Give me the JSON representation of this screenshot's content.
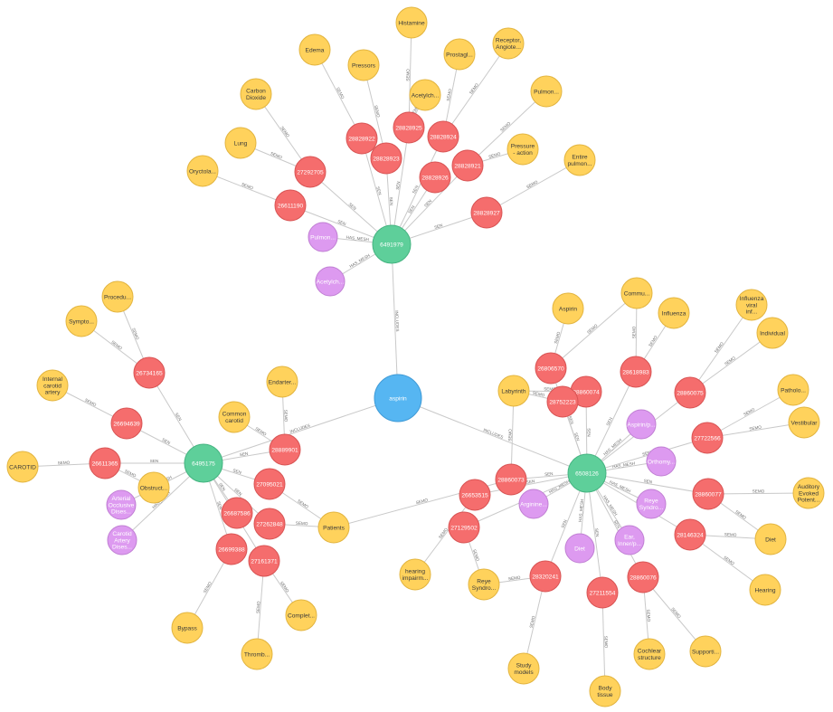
{
  "graph": {
    "colors": {
      "Term": "#ffd25c",
      "Sentence": "#f56d6d",
      "Article": "#5ecf9a",
      "Mesh": "#dd9af0",
      "Drug": "#56b6f2",
      "edge": "#c9c9c9"
    },
    "nodes": [
      {
        "id": "aspirin",
        "label": "aspirin",
        "type": "Drug"
      },
      {
        "id": "a1",
        "label": "6491979",
        "type": "Article"
      },
      {
        "id": "a2",
        "label": "6495175",
        "type": "Article"
      },
      {
        "id": "a3",
        "label": "6508126",
        "type": "Article"
      },
      {
        "id": "m1",
        "label": "Pulmon...",
        "type": "Mesh"
      },
      {
        "id": "m2",
        "label": "Acetylch...",
        "type": "Mesh"
      },
      {
        "id": "m3",
        "label": "Arterial Occlusive Dises...",
        "type": "Mesh"
      },
      {
        "id": "m4",
        "label": "Carotid Artery Dises...",
        "type": "Mesh"
      },
      {
        "id": "m5",
        "label": "Aspirin/p...",
        "type": "Mesh"
      },
      {
        "id": "m6",
        "label": "Orthomy...",
        "type": "Mesh"
      },
      {
        "id": "m7",
        "label": "Reye Syndro...",
        "type": "Mesh"
      },
      {
        "id": "m8",
        "label": "Ear, Inner/p...",
        "type": "Mesh"
      },
      {
        "id": "m9",
        "label": "Diet",
        "type": "Mesh"
      },
      {
        "id": "m10",
        "label": "Arginine...",
        "type": "Mesh"
      },
      {
        "id": "s1",
        "label": "28828922",
        "type": "Sentence"
      },
      {
        "id": "s2",
        "label": "28828925",
        "type": "Sentence"
      },
      {
        "id": "s3",
        "label": "28828924",
        "type": "Sentence"
      },
      {
        "id": "s4",
        "label": "28828923",
        "type": "Sentence"
      },
      {
        "id": "s5",
        "label": "28828921",
        "type": "Sentence"
      },
      {
        "id": "s6",
        "label": "27292705",
        "type": "Sentence"
      },
      {
        "id": "s7",
        "label": "28828926",
        "type": "Sentence"
      },
      {
        "id": "s8",
        "label": "26611190",
        "type": "Sentence"
      },
      {
        "id": "s9",
        "label": "28828927",
        "type": "Sentence"
      },
      {
        "id": "s10",
        "label": "26734165",
        "type": "Sentence"
      },
      {
        "id": "s11",
        "label": "26694639",
        "type": "Sentence"
      },
      {
        "id": "s12",
        "label": "26611365",
        "type": "Sentence"
      },
      {
        "id": "s13",
        "label": "28889901",
        "type": "Sentence"
      },
      {
        "id": "s14",
        "label": "27095021",
        "type": "Sentence"
      },
      {
        "id": "s15",
        "label": "26687586",
        "type": "Sentence"
      },
      {
        "id": "s16",
        "label": "27262848",
        "type": "Sentence"
      },
      {
        "id": "s17",
        "label": "26699388",
        "type": "Sentence"
      },
      {
        "id": "s18",
        "label": "27161371",
        "type": "Sentence"
      },
      {
        "id": "s19",
        "label": "26806570",
        "type": "Sentence"
      },
      {
        "id": "s20",
        "label": "28618983",
        "type": "Sentence"
      },
      {
        "id": "s21",
        "label": "28860074",
        "type": "Sentence"
      },
      {
        "id": "s22",
        "label": "28752223",
        "type": "Sentence"
      },
      {
        "id": "s23",
        "label": "28860075",
        "type": "Sentence"
      },
      {
        "id": "s24",
        "label": "27722566",
        "type": "Sentence"
      },
      {
        "id": "s25",
        "label": "28860073",
        "type": "Sentence"
      },
      {
        "id": "s26",
        "label": "26653515",
        "type": "Sentence"
      },
      {
        "id": "s27",
        "label": "27129502",
        "type": "Sentence"
      },
      {
        "id": "s28",
        "label": "28860077",
        "type": "Sentence"
      },
      {
        "id": "s29",
        "label": "28146324",
        "type": "Sentence"
      },
      {
        "id": "s30",
        "label": "28320241",
        "type": "Sentence"
      },
      {
        "id": "s31",
        "label": "27211554",
        "type": "Sentence"
      },
      {
        "id": "s32",
        "label": "28860076",
        "type": "Sentence"
      },
      {
        "id": "t1",
        "label": "Histamine",
        "type": "Term"
      },
      {
        "id": "t2",
        "label": "Edema",
        "type": "Term"
      },
      {
        "id": "t3",
        "label": "Prostagl...",
        "type": "Term"
      },
      {
        "id": "t4",
        "label": "Receptor, Angiote...",
        "type": "Term"
      },
      {
        "id": "t5",
        "label": "Pressors",
        "type": "Term"
      },
      {
        "id": "t6",
        "label": "Acetylch...",
        "type": "Term"
      },
      {
        "id": "t7",
        "label": "Carbon Dioxide",
        "type": "Term"
      },
      {
        "id": "t8",
        "label": "Pulmon...",
        "type": "Term"
      },
      {
        "id": "t9",
        "label": "Lung",
        "type": "Term"
      },
      {
        "id": "t10",
        "label": "Pressure - action",
        "type": "Term"
      },
      {
        "id": "t11",
        "label": "Oryctola...",
        "type": "Term"
      },
      {
        "id": "t12",
        "label": "Entire pulmon...",
        "type": "Term"
      },
      {
        "id": "t13",
        "label": "Procedu...",
        "type": "Term"
      },
      {
        "id": "t14",
        "label": "Sympto...",
        "type": "Term"
      },
      {
        "id": "t15",
        "label": "Internal carotid artery",
        "type": "Term"
      },
      {
        "id": "t16",
        "label": "Endarter...",
        "type": "Term"
      },
      {
        "id": "t17",
        "label": "Common carotid",
        "type": "Term"
      },
      {
        "id": "t18",
        "label": "CAROTID",
        "type": "Term"
      },
      {
        "id": "t19",
        "label": "Obstruct...",
        "type": "Term"
      },
      {
        "id": "t20",
        "label": "Patients",
        "type": "Term"
      },
      {
        "id": "t21",
        "label": "Bypass",
        "type": "Term"
      },
      {
        "id": "t22",
        "label": "Complet...",
        "type": "Term"
      },
      {
        "id": "t23",
        "label": "Thromb...",
        "type": "Term"
      },
      {
        "id": "t24",
        "label": "Commu...",
        "type": "Term"
      },
      {
        "id": "t25",
        "label": "Aspirin",
        "type": "Term"
      },
      {
        "id": "t26",
        "label": "Influenza",
        "type": "Term"
      },
      {
        "id": "t27",
        "label": "Influenza viral inf...",
        "type": "Term"
      },
      {
        "id": "t28",
        "label": "Individual",
        "type": "Term"
      },
      {
        "id": "t29",
        "label": "Labyrinth",
        "type": "Term"
      },
      {
        "id": "t30",
        "label": "Patholo...",
        "type": "Term"
      },
      {
        "id": "t31",
        "label": "Vestibular",
        "type": "Term"
      },
      {
        "id": "t32",
        "label": "Auditory Evoked Potent...",
        "type": "Term"
      },
      {
        "id": "t33",
        "label": "Diet",
        "type": "Term"
      },
      {
        "id": "t34",
        "label": "Hearing",
        "type": "Term"
      },
      {
        "id": "t35",
        "label": "hearing impairm...",
        "type": "Term"
      },
      {
        "id": "t36",
        "label": "Reye Syndro...",
        "type": "Term"
      },
      {
        "id": "t37",
        "label": "Study models",
        "type": "Term"
      },
      {
        "id": "t38",
        "label": "Body tissue",
        "type": "Term"
      },
      {
        "id": "t39",
        "label": "Cochlear structure",
        "type": "Term"
      },
      {
        "id": "t40",
        "label": "Supporti...",
        "type": "Term"
      }
    ],
    "edges": [
      {
        "from": "a1",
        "to": "aspirin",
        "label": "INCLUDES"
      },
      {
        "from": "a2",
        "to": "aspirin",
        "label": "INCLUDES"
      },
      {
        "from": "a3",
        "to": "aspirin",
        "label": "INCLUDES"
      },
      {
        "from": "a1",
        "to": "m1",
        "label": "HAS_MESH"
      },
      {
        "from": "a1",
        "to": "m2",
        "label": "HAS_MESH"
      },
      {
        "from": "a1",
        "to": "s1",
        "label": "SEN"
      },
      {
        "from": "a1",
        "to": "s2",
        "label": "SEN"
      },
      {
        "from": "a1",
        "to": "s3",
        "label": "SEN"
      },
      {
        "from": "a1",
        "to": "s4",
        "label": "SEN"
      },
      {
        "from": "a1",
        "to": "s5",
        "label": "SEN"
      },
      {
        "from": "a1",
        "to": "s6",
        "label": "SEN"
      },
      {
        "from": "a1",
        "to": "s7",
        "label": "SEN"
      },
      {
        "from": "a1",
        "to": "s8",
        "label": "SEN"
      },
      {
        "from": "a1",
        "to": "s9",
        "label": "SEN"
      },
      {
        "from": "s1",
        "to": "t2",
        "label": "SEMO"
      },
      {
        "from": "s2",
        "to": "t1",
        "label": "SEMO"
      },
      {
        "from": "s2",
        "to": "t6",
        "label": "SEMO"
      },
      {
        "from": "s3",
        "to": "t3",
        "label": "SEMO"
      },
      {
        "from": "s3",
        "to": "t4",
        "label": "SEMO"
      },
      {
        "from": "s4",
        "to": "t5",
        "label": "SEMO"
      },
      {
        "from": "s5",
        "to": "t8",
        "label": "SEMO"
      },
      {
        "from": "s5",
        "to": "t10",
        "label": "SEMO"
      },
      {
        "from": "s6",
        "to": "t7",
        "label": "SEMO"
      },
      {
        "from": "s6",
        "to": "t9",
        "label": "SEMO"
      },
      {
        "from": "s8",
        "to": "t11",
        "label": "SEMO"
      },
      {
        "from": "s9",
        "to": "t12",
        "label": "SEMO"
      },
      {
        "from": "a2",
        "to": "m3",
        "label": "HAS_MESH"
      },
      {
        "from": "a2",
        "to": "m4",
        "label": "HAS_MESH"
      },
      {
        "from": "a2",
        "to": "s10",
        "label": "SEN"
      },
      {
        "from": "a2",
        "to": "s11",
        "label": "SEN"
      },
      {
        "from": "a2",
        "to": "s12",
        "label": "SEN"
      },
      {
        "from": "a2",
        "to": "s13",
        "label": "SEN"
      },
      {
        "from": "a2",
        "to": "s14",
        "label": "SEN"
      },
      {
        "from": "a2",
        "to": "s15",
        "label": "SEN"
      },
      {
        "from": "a2",
        "to": "s16",
        "label": "SEN"
      },
      {
        "from": "a2",
        "to": "s17",
        "label": "SEN"
      },
      {
        "from": "a2",
        "to": "s18",
        "label": "SEN"
      },
      {
        "from": "s10",
        "to": "t13",
        "label": "SEMO"
      },
      {
        "from": "s10",
        "to": "t14",
        "label": "SEMO"
      },
      {
        "from": "s11",
        "to": "t15",
        "label": "SEMO"
      },
      {
        "from": "s12",
        "to": "t18",
        "label": "SEMO"
      },
      {
        "from": "s12",
        "to": "t19",
        "label": "SEMO"
      },
      {
        "from": "s13",
        "to": "t16",
        "label": "SEMO"
      },
      {
        "from": "s13",
        "to": "t17",
        "label": "SEMO"
      },
      {
        "from": "s14",
        "to": "t20",
        "label": "SEMO"
      },
      {
        "from": "s16",
        "to": "t20",
        "label": "SEMO"
      },
      {
        "from": "s17",
        "to": "t21",
        "label": "SEMO"
      },
      {
        "from": "s18",
        "to": "t22",
        "label": "SEMO"
      },
      {
        "from": "s18",
        "to": "t23",
        "label": "SEMO"
      },
      {
        "from": "a3",
        "to": "m5",
        "label": "HAS_MESH"
      },
      {
        "from": "a3",
        "to": "m6",
        "label": "HAS_MESH"
      },
      {
        "from": "a3",
        "to": "m7",
        "label": "HAS_MESH"
      },
      {
        "from": "a3",
        "to": "m8",
        "label": "HAS_MESH"
      },
      {
        "from": "a3",
        "to": "m9",
        "label": "HAS_MESH"
      },
      {
        "from": "a3",
        "to": "m10",
        "label": "HAS_MESH"
      },
      {
        "from": "a3",
        "to": "s19",
        "label": "SEN"
      },
      {
        "from": "a3",
        "to": "s20",
        "label": "SEN"
      },
      {
        "from": "a3",
        "to": "s21",
        "label": "SEN"
      },
      {
        "from": "a3",
        "to": "s22",
        "label": "SEN"
      },
      {
        "from": "a3",
        "to": "s23",
        "label": "SEN"
      },
      {
        "from": "a3",
        "to": "s24",
        "label": "SEN"
      },
      {
        "from": "a3",
        "to": "s25",
        "label": "SEN"
      },
      {
        "from": "a3",
        "to": "s26",
        "label": "SEN"
      },
      {
        "from": "a3",
        "to": "s27",
        "label": "SEN"
      },
      {
        "from": "a3",
        "to": "s28",
        "label": "SEN"
      },
      {
        "from": "a3",
        "to": "s29",
        "label": "SEN"
      },
      {
        "from": "a3",
        "to": "s30",
        "label": "SEN"
      },
      {
        "from": "a3",
        "to": "s31",
        "label": "SEN"
      },
      {
        "from": "a3",
        "to": "s32",
        "label": "SEN"
      },
      {
        "from": "s19",
        "to": "t24",
        "label": "SEMO"
      },
      {
        "from": "s19",
        "to": "t25",
        "label": "SEMO"
      },
      {
        "from": "s20",
        "to": "t24",
        "label": "SEMO"
      },
      {
        "from": "s20",
        "to": "t26",
        "label": "SEMO"
      },
      {
        "from": "s21",
        "to": "t29",
        "label": "SEMO"
      },
      {
        "from": "s22",
        "to": "t29",
        "label": "SEMO"
      },
      {
        "from": "s23",
        "to": "t27",
        "label": "SEMO"
      },
      {
        "from": "s23",
        "to": "t28",
        "label": "SEMO"
      },
      {
        "from": "s24",
        "to": "t30",
        "label": "SEMO"
      },
      {
        "from": "s24",
        "to": "t31",
        "label": "SEMO"
      },
      {
        "from": "s25",
        "to": "t29",
        "label": "SEMO"
      },
      {
        "from": "s25",
        "to": "t20",
        "label": "SEMO"
      },
      {
        "from": "s26",
        "to": "t35",
        "label": "SEMO"
      },
      {
        "from": "s27",
        "to": "t36",
        "label": "SEMO"
      },
      {
        "from": "s28",
        "to": "t32",
        "label": "SEMO"
      },
      {
        "from": "s28",
        "to": "t33",
        "label": "SEMO"
      },
      {
        "from": "s29",
        "to": "t33",
        "label": "SEMO"
      },
      {
        "from": "s29",
        "to": "t34",
        "label": "SEMO"
      },
      {
        "from": "s30",
        "to": "t36",
        "label": "SEMO"
      },
      {
        "from": "s30",
        "to": "t37",
        "label": "SEMO"
      },
      {
        "from": "s31",
        "to": "t38",
        "label": "SEMO"
      },
      {
        "from": "s32",
        "to": "t39",
        "label": "SEMO"
      },
      {
        "from": "s32",
        "to": "t40",
        "label": "SEMO"
      }
    ]
  }
}
